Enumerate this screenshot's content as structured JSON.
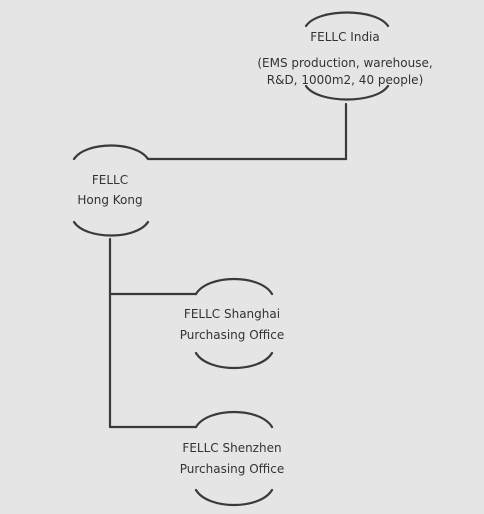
{
  "nodes": {
    "india": {
      "name": "FELLC India",
      "detail_line1": "(EMS production, warehouse,",
      "detail_line2": "R&D, 1000m2,  40 people)"
    },
    "hong_kong": {
      "name": "FELLC",
      "location": "Hong Kong"
    },
    "shanghai": {
      "name": "FELLC Shanghai",
      "role": "Purchasing Office"
    },
    "shenzhen": {
      "name": "FELLC Shenzhen",
      "role": "Purchasing Office"
    }
  },
  "colors": {
    "background": "#e5e5e5",
    "line": "#3a3a3a",
    "text": "#333333"
  }
}
